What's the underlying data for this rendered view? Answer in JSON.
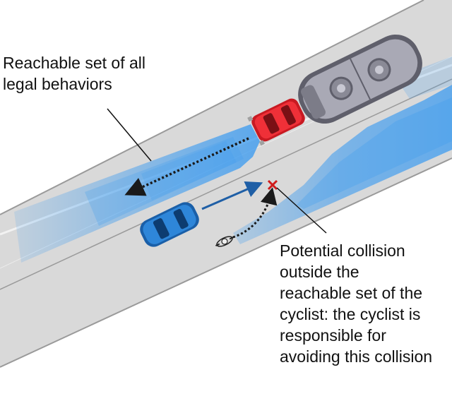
{
  "annotations": {
    "reachable_set_label": [
      "Reachable set of all",
      "legal behaviors"
    ],
    "collision_label": [
      "Potential collision",
      "outside the",
      "reachable set of the",
      "cyclist: the cyclist is",
      "responsible for",
      "avoiding this collision"
    ]
  },
  "colors": {
    "road": "#d9d9d9",
    "road_edge": "#9a9a9a",
    "reachable_set": "#3c9bf0",
    "red_car": "#e5222a",
    "blue_car": "#1e6fc2",
    "truck": "#8f8f9c",
    "collision_marker": "#d01b1b",
    "arrow": "#1a1a1a",
    "motion_arrow": "#1f5fa6"
  },
  "icons": [
    "red-car-icon",
    "truck-icon",
    "blue-car-icon",
    "cyclist-icon",
    "collision-x-icon"
  ]
}
